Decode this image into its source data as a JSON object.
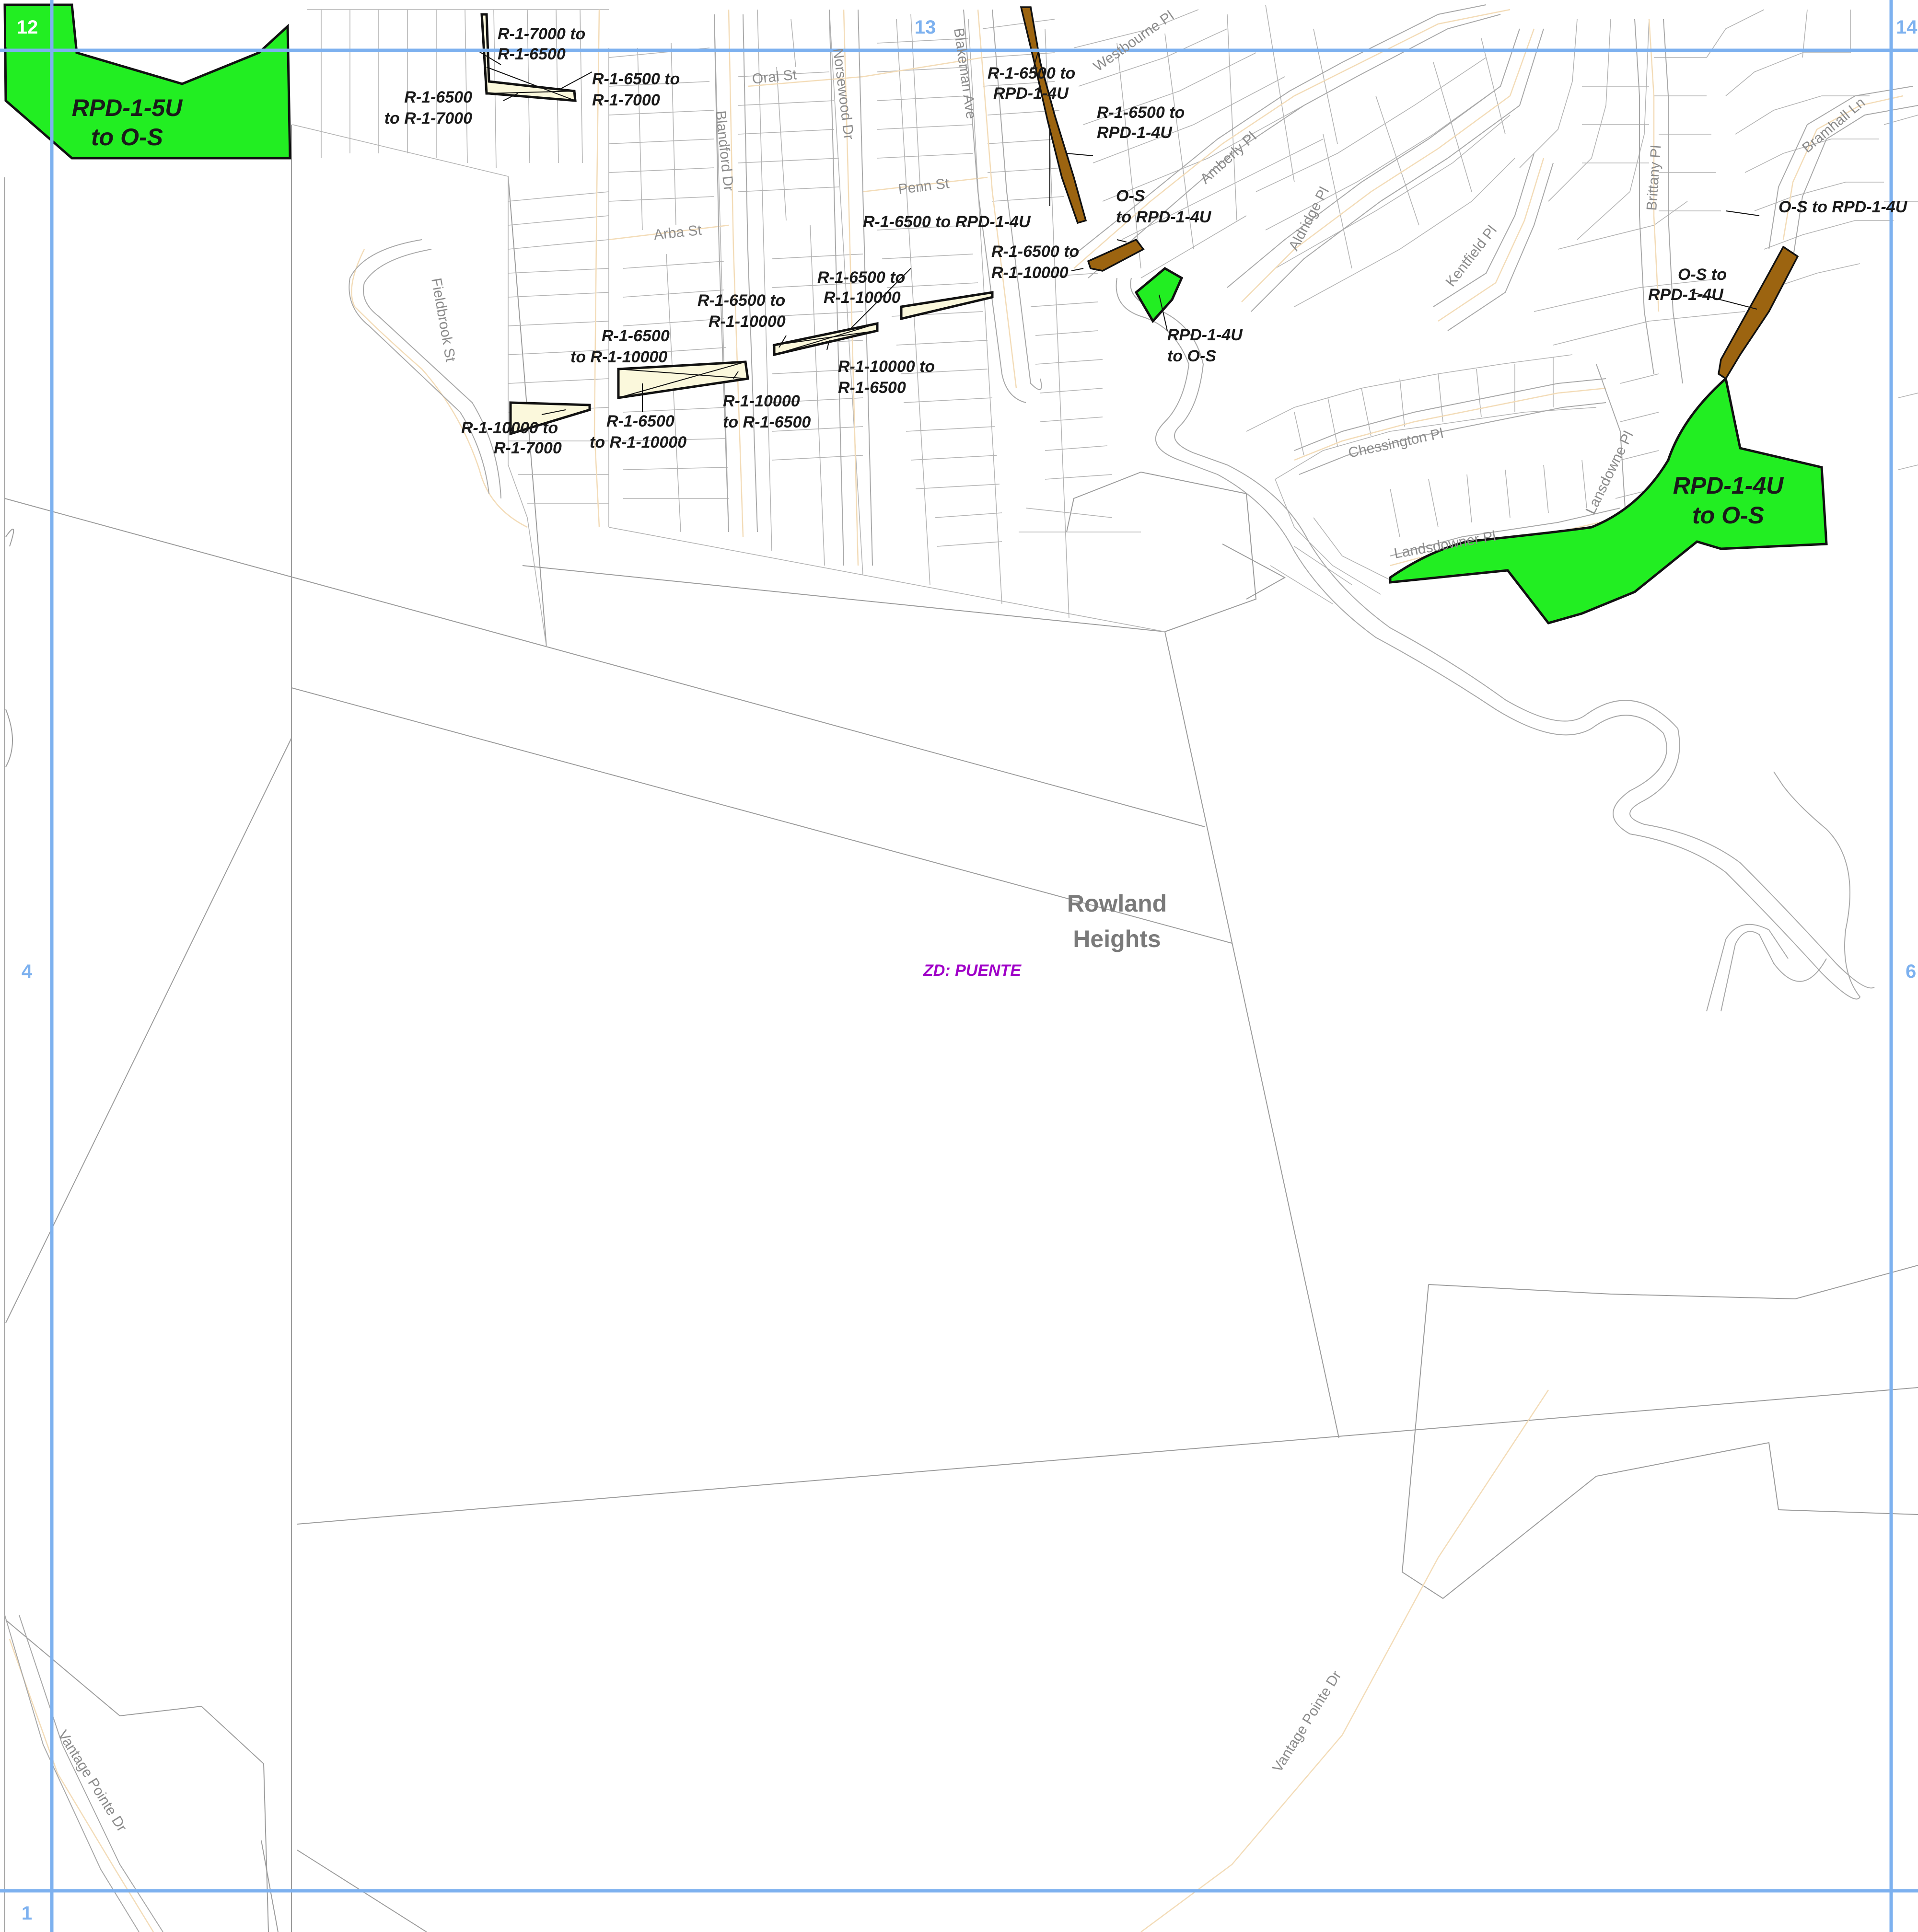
{
  "colors": {
    "grid_line": "#7db1ef",
    "open_space_fill": "#22ee22",
    "rpd_strip_fill": "#9c6410",
    "residential_change_fill": "#fbf8dc",
    "zd_label": "#a000c8",
    "place_label": "#7a7a7a",
    "street_label": "#8c8c8c"
  },
  "grid_labels": {
    "tile_top_left": "12",
    "top_middle": "13",
    "top_right": "14",
    "left_middle": "4",
    "right_middle": "6",
    "bottom_left": "1"
  },
  "place": {
    "line1": "Rowland",
    "line2": "Heights"
  },
  "zoning_district": "ZD: PUENTE",
  "streets": [
    "Oral St",
    "Penn St",
    "Arba St",
    "Fieldbrook St",
    "Blandford Dr",
    "Norsewood Dr",
    "Blakeman Ave",
    "Westbourne Pl",
    "Amberly Pl",
    "Aldridge Pl",
    "Kentfield Pl",
    "Brittany Pl",
    "Bramhall Ln",
    "Chessington Pl",
    "Landsdowner Pl",
    "Lansdowne Pl",
    "Vantage Pointe Dr",
    "Vantage Pointe Dr"
  ],
  "zone_changes": [
    {
      "line1": "RPD-1-5U",
      "line2": "to O-S"
    },
    {
      "line1": "R-1-7000 to",
      "line2": "R-1-6500"
    },
    {
      "line1": "R-1-6500",
      "line2": "to R-1-7000"
    },
    {
      "line1": "R-1-6500 to",
      "line2": "R-1-7000"
    },
    {
      "line1": "R-1-6500 to",
      "line2": "RPD-1-4U"
    },
    {
      "line1": "R-1-6500 to",
      "line2": "RPD-1-4U"
    },
    {
      "line1": "O-S",
      "line2": "to RPD-1-4U"
    },
    {
      "line1": "R-1-6500 to RPD-1-4U",
      "line2": ""
    },
    {
      "line1": "R-1-6500 to",
      "line2": "R-1-10000"
    },
    {
      "line1": "R-1-6500 to",
      "line2": "R-1-10000"
    },
    {
      "line1": "R-1-6500 to",
      "line2": "R-1-10000"
    },
    {
      "line1": "R-1-6500",
      "line2": "to R-1-10000"
    },
    {
      "line1": "R-1-10000 to",
      "line2": "R-1-6500"
    },
    {
      "line1": "R-1-10000",
      "line2": "to R-1-6500"
    },
    {
      "line1": "R-1-10000 to",
      "line2": "R-1-7000"
    },
    {
      "line1": "R-1-6500",
      "line2": "to R-1-10000"
    },
    {
      "line1": "RPD-1-4U",
      "line2": "to O-S"
    },
    {
      "line1": "O-S to RPD-1-4U",
      "line2": ""
    },
    {
      "line1": "O-S to",
      "line2": "RPD-1-4U"
    },
    {
      "line1": "RPD-1-4U",
      "line2": "to O-S"
    }
  ]
}
